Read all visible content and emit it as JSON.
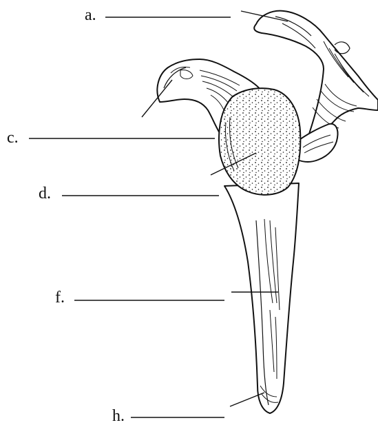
{
  "diagram": {
    "labels": [
      {
        "id": "a",
        "text": "a."
      },
      {
        "id": "c",
        "text": "c."
      },
      {
        "id": "d",
        "text": "d."
      },
      {
        "id": "f",
        "text": "f."
      },
      {
        "id": "h",
        "text": "h."
      }
    ]
  },
  "colors": {
    "ink": "#111111",
    "background": "#ffffff"
  }
}
